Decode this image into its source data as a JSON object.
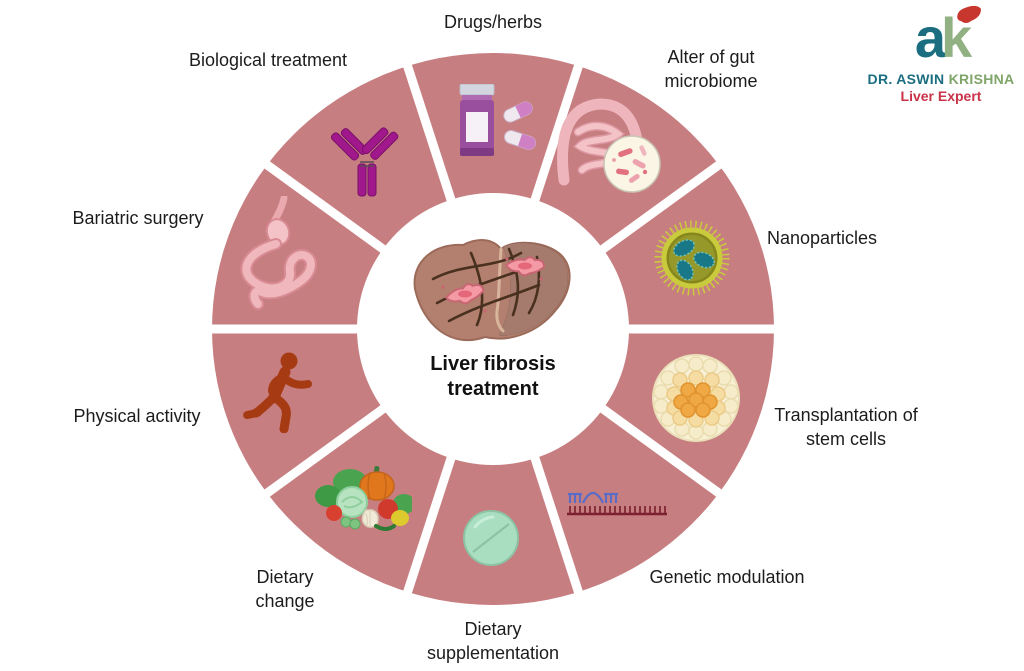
{
  "center": {
    "line1": "Liver fibrosis",
    "line2": "treatment"
  },
  "segments": [
    {
      "label": "Drugs/herbs",
      "icon": "pill-bottle-capsules-icon"
    },
    {
      "label": "Alter of gut microbiome",
      "icon": "gut-microbiome-icon"
    },
    {
      "label": "Nanoparticles",
      "icon": "nanoparticle-icon"
    },
    {
      "label": "Transplantation of stem cells",
      "icon": "stem-cells-icon"
    },
    {
      "label": "Genetic modulation",
      "icon": "dna-strand-icon"
    },
    {
      "label": "Dietary supplementation",
      "icon": "supplement-tablet-icon"
    },
    {
      "label": "Dietary change",
      "icon": "vegetables-icon"
    },
    {
      "label": "Physical activity",
      "icon": "running-person-icon"
    },
    {
      "label": "Bariatric surgery",
      "icon": "gastric-bypass-icon"
    },
    {
      "label": "Biological treatment",
      "icon": "antibody-icon"
    }
  ],
  "logo": {
    "mark_a": "a",
    "mark_k": "k",
    "name_primary": "DR. ASWIN",
    "name_secondary": " KRISHNA",
    "tagline": "Liver Expert"
  },
  "colors": {
    "ring": "#c77e81",
    "background": "#ffffff",
    "label_text": "#1c1c1c",
    "logo_teal": "#1b6e80",
    "logo_green": "#92b183",
    "logo_red": "#ca3247"
  }
}
